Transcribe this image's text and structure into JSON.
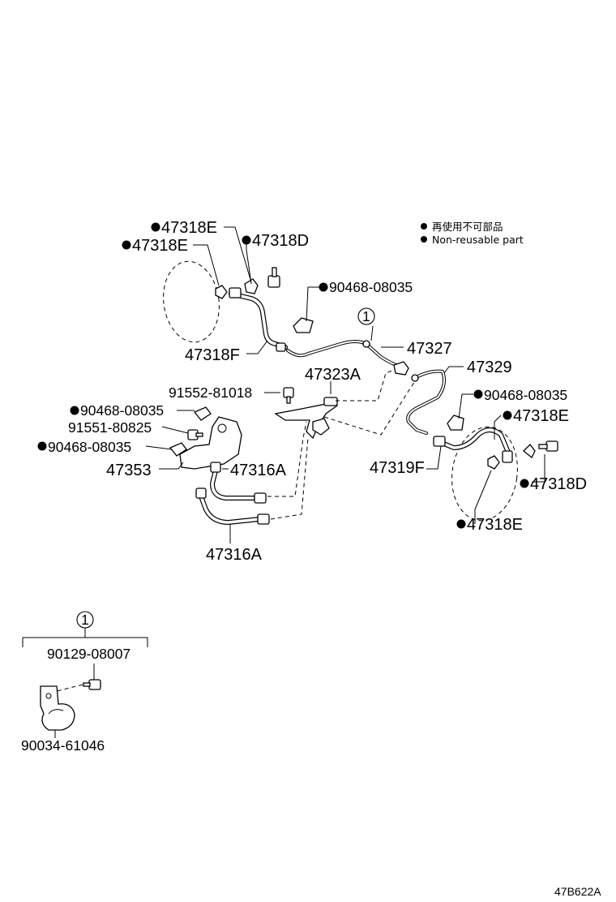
{
  "legend": {
    "japanese": "再使用不可部品",
    "english": "Non-reusable part"
  },
  "callouts": {
    "ref_number": "1"
  },
  "parts": {
    "p_47318E_a": "47318E",
    "p_47318E_b": "47318E",
    "p_47318D_a": "47318D",
    "p_90468_a": "90468-08035",
    "p_47318F_a": "47318F",
    "p_47327": "47327",
    "p_47323A": "47323A",
    "p_47329": "47329",
    "p_91552": "91552-81018",
    "p_90468_b": "90468-08035",
    "p_90468_c": "90468-08035",
    "p_91551": "91551-80825",
    "p_90468_d": "90468-08035",
    "p_47318E_c": "47318E",
    "p_47353": "47353",
    "p_47316A_a": "47316A",
    "p_47319F": "47319F",
    "p_47318D_b": "47318D",
    "p_47318E_d": "47318E",
    "p_47316A_b": "47316A",
    "p_90129": "90129-08007",
    "p_90034": "90034-61046"
  },
  "diagram_code": "47B622A"
}
